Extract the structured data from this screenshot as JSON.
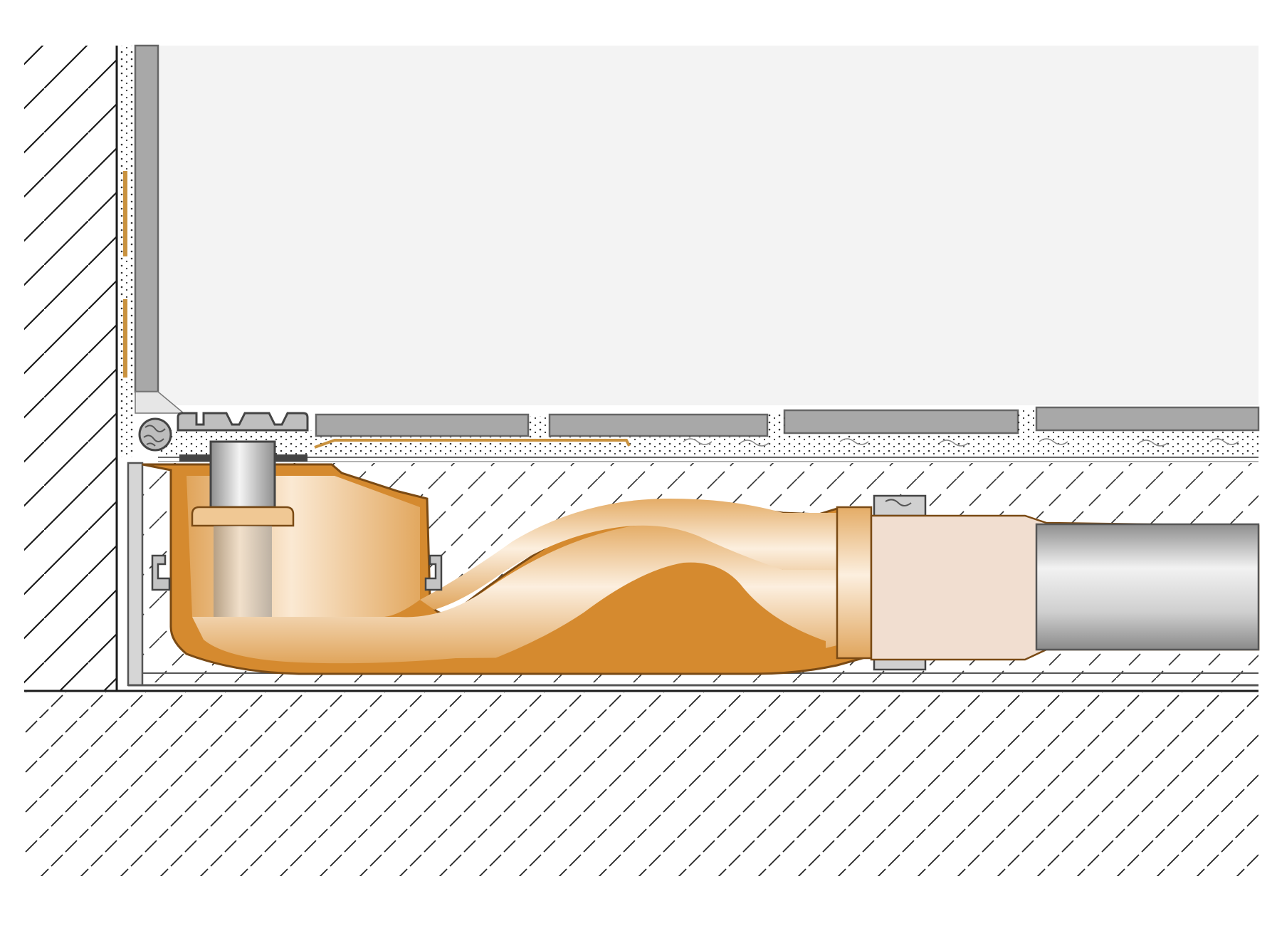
{
  "diagram": {
    "labels": [],
    "colors": {
      "background": "#ffffff",
      "room_fill": "#f3f3f3",
      "hatch": "#1a1a1a",
      "tile": "#a8a8a8",
      "tile_edge": "#666666",
      "outline": "#555555",
      "orange": "#d58a2f",
      "orange_light": "#f2d3aa",
      "pipe_metal": "#c4c4c4"
    },
    "parts": {
      "wall": "masonry-wall",
      "slab": "concrete-slab",
      "screed": "screed-layer",
      "mortar": "tile-adhesive-layer",
      "wall_tile": "wall-tile",
      "floor_tiles": "floor-tile",
      "drain_body": "drain-body",
      "drain_grate_channel": "drain-channel-profile",
      "riser": "drain-riser",
      "outlet_pipe": "outlet-pipe",
      "seal": "pipe-seal",
      "joint_tape": "corner-sealing-cord"
    }
  }
}
